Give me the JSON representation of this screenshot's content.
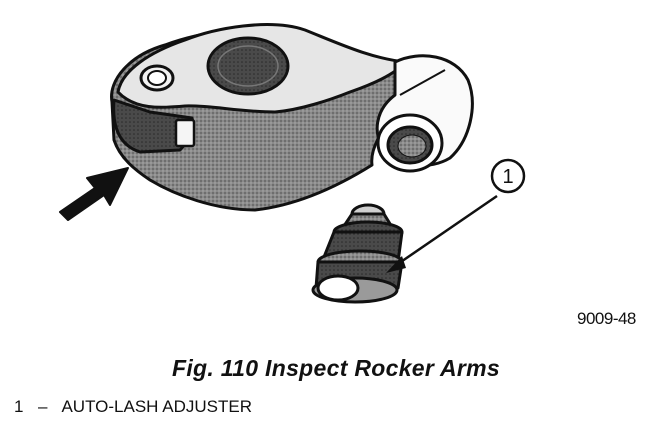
{
  "figure": {
    "code": "9009-48",
    "caption": "Fig. 110 Inspect Rocker Arms",
    "callout_number": "1",
    "legend": [
      {
        "number": "1",
        "separator": "–",
        "label": "AUTO-LASH ADJUSTER"
      }
    ]
  },
  "colors": {
    "ink": "#111111",
    "part_shade": "#7a7a7a",
    "part_dark": "#3c3c3c",
    "part_light": "#d8d8d8",
    "background": "#ffffff"
  }
}
